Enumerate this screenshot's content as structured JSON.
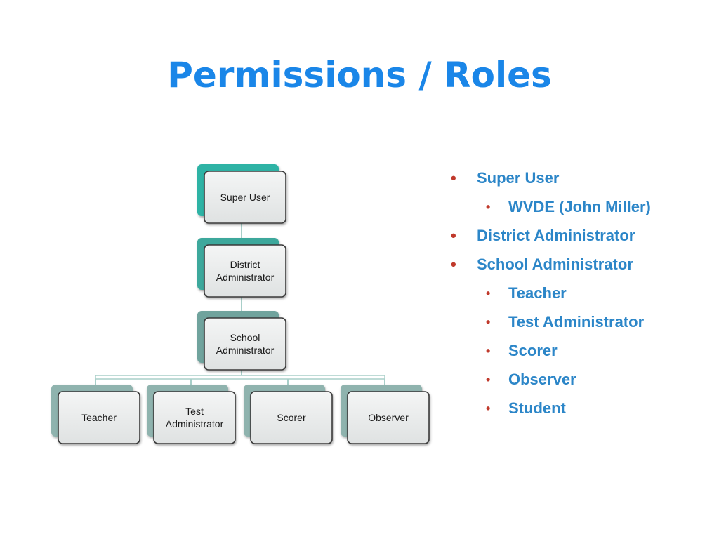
{
  "slide": {
    "title": "Permissions / Roles"
  },
  "org_chart": {
    "nodes": [
      {
        "id": "super_user",
        "lines": [
          "Super User"
        ],
        "back_color": "#2fb3a5"
      },
      {
        "id": "district_admin",
        "lines": [
          "District",
          "Administrator"
        ],
        "back_color": "#3ea89c"
      },
      {
        "id": "school_admin",
        "lines": [
          "School",
          "Administrator"
        ],
        "back_color": "#6fa39d"
      },
      {
        "id": "teacher",
        "lines": [
          "Teacher"
        ],
        "back_color": "#8fb3ae"
      },
      {
        "id": "test_admin",
        "lines": [
          "Test",
          "Administrator"
        ],
        "back_color": "#8fb3ae"
      },
      {
        "id": "scorer",
        "lines": [
          "Scorer"
        ],
        "back_color": "#8fb3ae"
      },
      {
        "id": "observer",
        "lines": [
          "Observer"
        ],
        "back_color": "#8fb3ae"
      }
    ],
    "edges": [
      [
        "super_user",
        "district_admin"
      ],
      [
        "district_admin",
        "school_admin"
      ],
      [
        "school_admin",
        "teacher"
      ],
      [
        "school_admin",
        "test_admin"
      ],
      [
        "school_admin",
        "scorer"
      ],
      [
        "school_admin",
        "observer"
      ]
    ],
    "connector_color": "#a8cfc9"
  },
  "bullets": [
    {
      "level": 1,
      "text": "Super User"
    },
    {
      "level": 2,
      "text": "WVDE (John Miller)"
    },
    {
      "level": 1,
      "text": "District Administrator"
    },
    {
      "level": 1,
      "text": "School Administrator"
    },
    {
      "level": 2,
      "text": "Teacher"
    },
    {
      "level": 2,
      "text": "Test Administrator"
    },
    {
      "level": 2,
      "text": "Scorer"
    },
    {
      "level": 2,
      "text": "Observer"
    },
    {
      "level": 2,
      "text": "Student"
    }
  ],
  "bullet_marker": "•"
}
